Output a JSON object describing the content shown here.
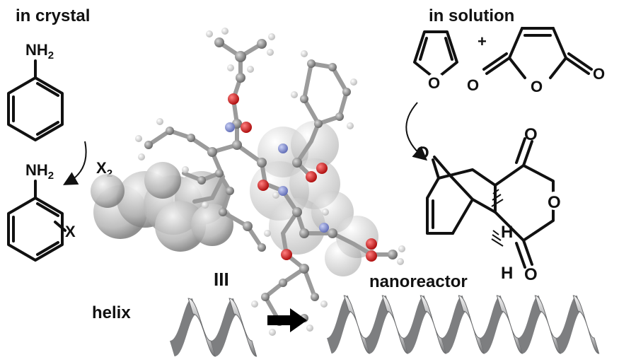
{
  "labels": {
    "in_crystal": "in crystal",
    "in_solution": "in solution",
    "helix": "helix",
    "nanoreactor": "nanoreactor",
    "equivalence": "III"
  },
  "left_scheme": {
    "nh2_top": "NH",
    "nh2_top_sub": "2",
    "reagent": "X",
    "reagent_sub": "2",
    "nh2_bottom": "NH",
    "nh2_bottom_sub": "2",
    "substituent": "X"
  },
  "right_scheme": {
    "plus": "+",
    "furan_o": "O",
    "anhydride_o_left": "O",
    "anhydride_o_ring": "O",
    "anhydride_o_right": "O",
    "product_bridge_o": "O",
    "product_o_top": "O",
    "product_o_ring": "O",
    "product_o_bottom": "O",
    "product_h_top": "H",
    "product_h_bottom": "H"
  },
  "colors": {
    "carbon": "#8a8a8a",
    "hydrogen": "#e6e6e6",
    "oxygen": "#d21e1e",
    "nitrogen": "#7a86c8",
    "metal_helix": "#a9aaac"
  }
}
